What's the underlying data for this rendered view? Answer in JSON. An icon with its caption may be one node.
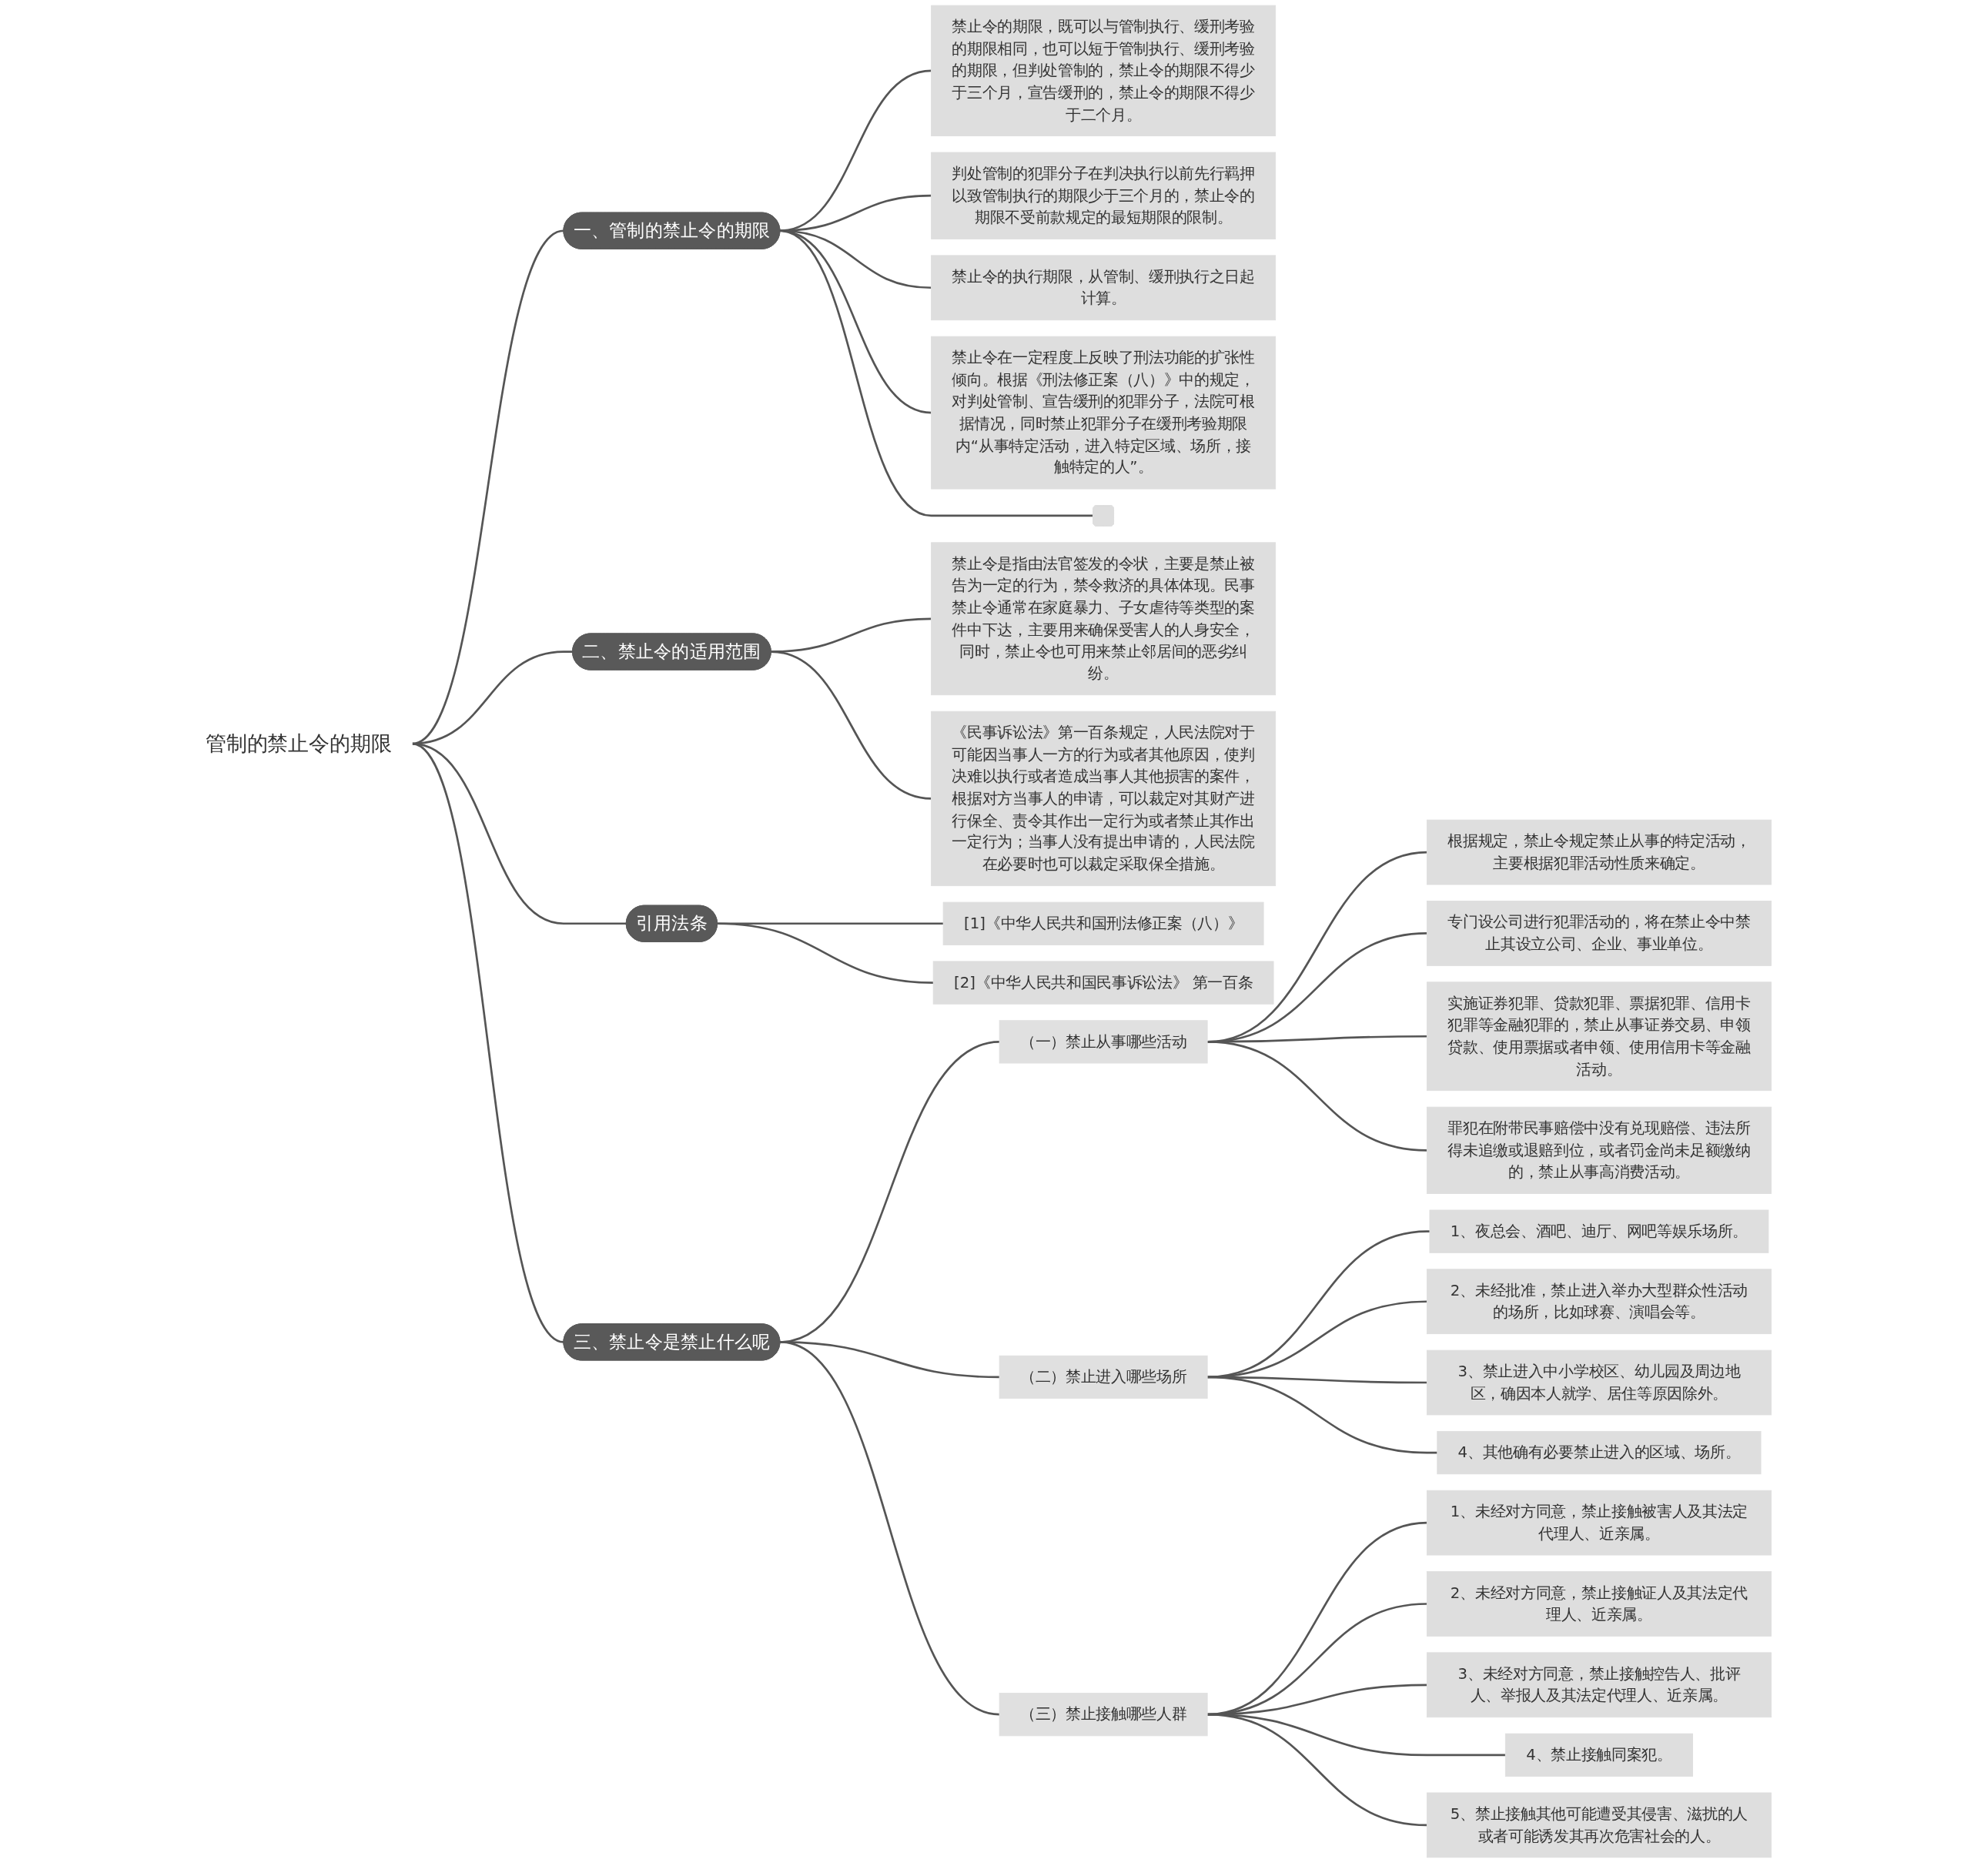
{
  "diagram": {
    "nodes": [
      {
        "text": [
          "管制的禁止令的期限"
        ]
      },
      {
        "text": [
          "一、管制的禁止令的期限"
        ]
      },
      {
        "text": [
          "禁止令的期限，既可以与管制执行、缓刑考验的期限相同，也可以短于管制执行、缓刑考验的期限，但判处管制的，禁止令的期限不得少于三个月，宣告缓刑的，禁止令的期限不得少于二个月。"
        ]
      },
      {
        "text": [
          "判处管制的犯罪分子在判决执行以前先行羁押以致管制执行的期限少于三个月的，禁止令的期限不受前款规定的最短期限的限制。"
        ]
      },
      {
        "text": [
          "禁止令的执行期限，从管制、缓刑执行之日起计算。"
        ]
      },
      {
        "text": [
          "禁止令在一定程度上反映了刑法功能的扩张性倾向。根据《刑法修正案（八）》中的规定，对判处管制、宣告缓刑的犯罪分子，法院可根据情况，同时禁止犯罪分子在缓刑考验期限内“从事特定活动，进入特定区域、场所，接触特定的人”。"
        ]
      },
      {
        "text": [],
        "shape": "box"
      },
      {
        "text": [
          "二、禁止令的适用范围"
        ]
      },
      {
        "text": [
          "禁止令是指由法官签发的令状，主要是禁止被告为一定的行为，禁令救济的具体体现。民事禁止令通常在家庭暴力、子女虐待等类型的案件中下达，主要用来确保受害人的人身安全，同时，禁止令也可用来禁止邻居间的恶劣纠纷。"
        ]
      },
      {
        "text": [
          "《民事诉讼法》第一百条规定，人民法院对于可能因当事人一方的行为或者其他原因，使判决难以执行或者造成当事人其他损害的案件，根据对方当事人的申请，可以裁定对其财产进行保全、责令其作出一定行为或者禁止其作出一定行为；当事人没有提出申请的，人民法院在必要时也可以裁定采取保全措施。"
        ]
      },
      {
        "text": [
          "引用法条"
        ]
      },
      {
        "text": [
          "[1]《中华人民共和国刑法修正案（八）》"
        ]
      },
      {
        "text": [
          "[2]《中华人民共和国民事诉讼法》 第一百条"
        ]
      },
      {
        "text": [
          "三、禁止令是禁止什么呢"
        ]
      },
      {
        "text": [
          "（一）禁止从事哪些活动"
        ]
      },
      {
        "text": [
          "根据规定，禁止令规定禁止从事的特定活动，主要根据犯罪活动性质来确定。"
        ]
      },
      {
        "text": [
          "专门设公司进行犯罪活动的，将在禁止令中禁止其设立公司、企业、事业单位。"
        ]
      },
      {
        "text": [
          "实施证券犯罪、贷款犯罪、票据犯罪、信用卡犯罪等金融犯罪的，禁止从事证券交易、申领贷款、使用票据或者申领、使用信用卡等金融活动。"
        ]
      },
      {
        "text": [
          "罪犯在附带民事赔偿中没有兑现赔偿、违法所得未追缴或退赔到位，或者罚金尚未足额缴纳的，禁止从事高消费活动。"
        ]
      },
      {
        "text": [
          "（二）禁止进入哪些场所"
        ]
      },
      {
        "text": [
          "1、夜总会、酒吧、迪厅、网吧等娱乐场所。"
        ]
      },
      {
        "text": [
          "2、未经批准，禁止进入举办大型群众性活动的场所，比如球赛、演唱会等。"
        ]
      },
      {
        "text": [
          "3、禁止进入中小学校区、幼儿园及周边地区，确因本人就学、居住等原因除外。"
        ]
      },
      {
        "text": [
          "4、其他确有必要禁止进入的区域、场所。"
        ]
      },
      {
        "text": [
          "（三）禁止接触哪些人群"
        ]
      },
      {
        "text": [
          "1、未经对方同意，禁止接触被害人及其法定代理人、近亲属。"
        ]
      },
      {
        "text": [
          "2、未经对方同意，禁止接触证人及其法定代理人、近亲属。"
        ]
      },
      {
        "text": [
          "3、未经对方同意，禁止接触控告人、批评人、举报人及其法定代理人、近亲属。"
        ]
      },
      {
        "text": [
          "4、禁止接触同案犯。"
        ]
      },
      {
        "text": [
          "5、禁止接触其他可能遭受其侵害、滋扰的人或者可能诱发其再次危害社会的人。"
        ]
      }
    ],
    "edges": [
      {
        "from": 0,
        "to": 1,
        "arrow": "none"
      },
      {
        "from": 1,
        "to": 2,
        "arrow": "none"
      },
      {
        "from": 1,
        "to": 3,
        "arrow": "none"
      },
      {
        "from": 1,
        "to": 4,
        "arrow": "none"
      },
      {
        "from": 1,
        "to": 5,
        "arrow": "none"
      },
      {
        "from": 1,
        "to": 6,
        "arrow": "none"
      },
      {
        "from": 0,
        "to": 7,
        "arrow": "none"
      },
      {
        "from": 7,
        "to": 8,
        "arrow": "none"
      },
      {
        "from": 7,
        "to": 9,
        "arrow": "none"
      },
      {
        "from": 0,
        "to": 10,
        "arrow": "none"
      },
      {
        "from": 10,
        "to": 11,
        "arrow": "none"
      },
      {
        "from": 10,
        "to": 12,
        "arrow": "none"
      },
      {
        "from": 0,
        "to": 13,
        "arrow": "none"
      },
      {
        "from": 13,
        "to": 14,
        "arrow": "none"
      },
      {
        "from": 14,
        "to": 15,
        "arrow": "none"
      },
      {
        "from": 14,
        "to": 16,
        "arrow": "none"
      },
      {
        "from": 14,
        "to": 17,
        "arrow": "none"
      },
      {
        "from": 14,
        "to": 18,
        "arrow": "none"
      },
      {
        "from": 13,
        "to": 19,
        "arrow": "none"
      },
      {
        "from": 19,
        "to": 20,
        "arrow": "none"
      },
      {
        "from": 19,
        "to": 21,
        "arrow": "none"
      },
      {
        "from": 19,
        "to": 22,
        "arrow": "none"
      },
      {
        "from": 19,
        "to": 23,
        "arrow": "none"
      },
      {
        "from": 13,
        "to": 24,
        "arrow": "none"
      },
      {
        "from": 24,
        "to": 25,
        "arrow": "none"
      },
      {
        "from": 24,
        "to": 26,
        "arrow": "none"
      },
      {
        "from": 24,
        "to": 27,
        "arrow": "none"
      },
      {
        "from": 24,
        "to": 28,
        "arrow": "none"
      },
      {
        "from": 24,
        "to": 29,
        "arrow": "none"
      }
    ]
  }
}
